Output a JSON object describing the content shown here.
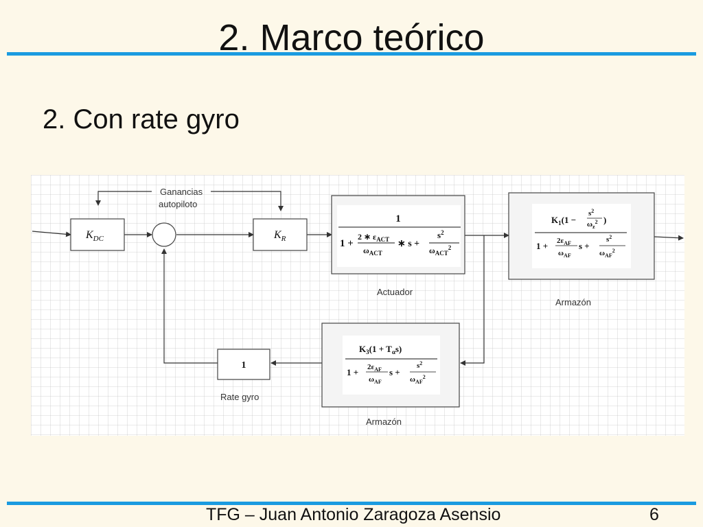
{
  "slide": {
    "title": "2. Marco teórico",
    "subtitle": "2. Con rate gyro"
  },
  "diagram": {
    "label_ganancias_1": "Ganancias",
    "label_ganancias_2": "autopiloto",
    "kdc_main": "K",
    "kdc_sub": "DC",
    "kr_main": "K",
    "kr_sub": "R",
    "actuator": {
      "numerator": "1",
      "den_one": "1 +",
      "den_frac_num": "2 ∗ ε",
      "den_frac_num_sub": "ACT",
      "den_frac_den": "ω",
      "den_frac_den_sub": "ACT",
      "den_mid": "∗ s +",
      "den_frac2_num": "s",
      "den_frac2_num_sup": "2",
      "den_frac2_den": "ω",
      "den_frac2_den_sub": "ACT",
      "den_frac2_den_sup": "2",
      "caption": "Actuador"
    },
    "airframe_top": {
      "num_k": "K",
      "num_k_sub": "1",
      "num_rest": "(1 −",
      "num_frac_num": "s",
      "num_frac_num_sup": "2",
      "num_frac_den": "ω",
      "num_frac_den_sub": "z",
      "num_frac_den_sup": "2",
      "num_close": ")",
      "den_one": "1 +",
      "den_frac_num": "2ε",
      "den_frac_num_sub": "AF",
      "den_frac_den": "ω",
      "den_frac_den_sub": "AF",
      "den_mid": "s +",
      "den_frac2_num": "s",
      "den_frac2_num_sup": "2",
      "den_frac2_den": "ω",
      "den_frac2_den_sub": "AF",
      "den_frac2_den_sup": "2",
      "caption": "Armazón"
    },
    "airframe_bottom": {
      "num_k": "K",
      "num_k_sub": "3",
      "num_rest": "(1 + T",
      "num_t_sub": "α",
      "num_close": "s)",
      "den_one": "1 +",
      "den_frac_num": "2ε",
      "den_frac_num_sub": "AF",
      "den_frac_den": "ω",
      "den_frac_den_sub": "AF",
      "den_mid": "s +",
      "den_frac2_num": "s",
      "den_frac2_num_sup": "2",
      "den_frac2_den": "ω",
      "den_frac2_den_sub": "AF",
      "den_frac2_den_sup": "2",
      "caption": "Armazón"
    },
    "rate_gyro": {
      "value": "1",
      "caption": "Rate gyro"
    }
  },
  "footer": {
    "text": "TFG – Juan Antonio Zaragoza Asensio",
    "page": "6"
  }
}
